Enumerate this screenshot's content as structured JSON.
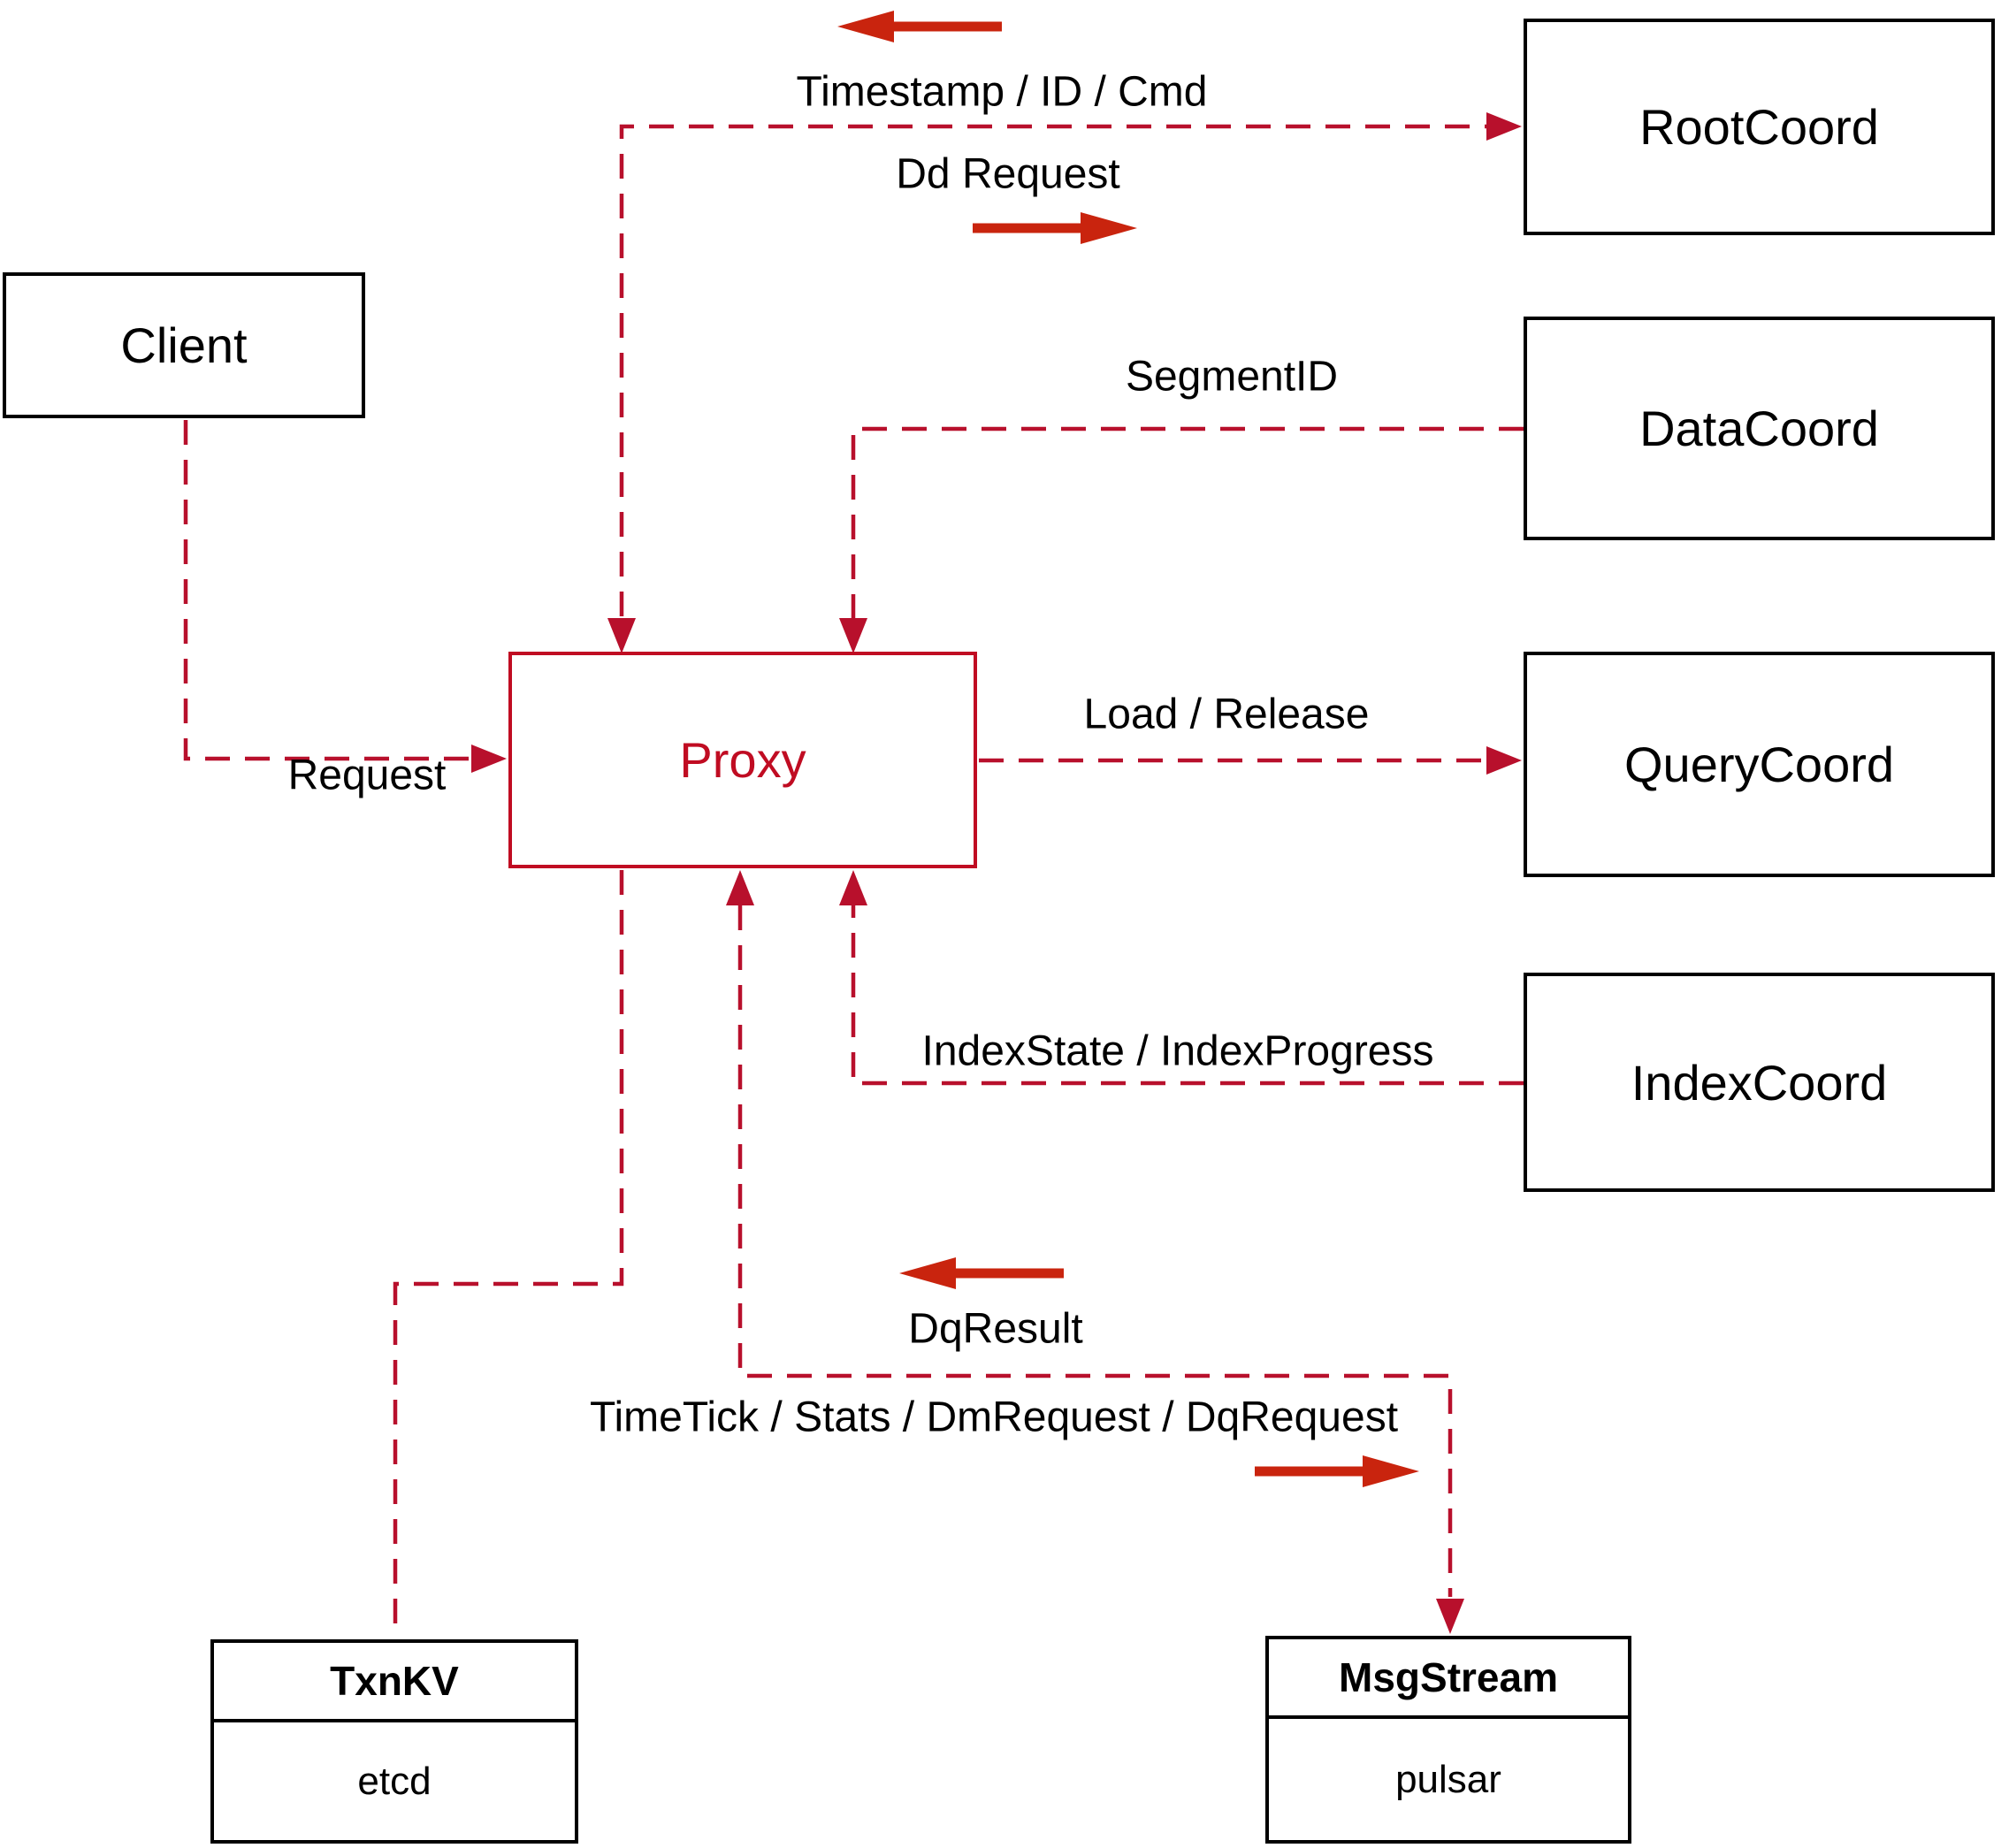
{
  "nodes": {
    "client": {
      "label": "Client"
    },
    "proxy": {
      "label": "Proxy"
    },
    "rootcoord": {
      "label": "RootCoord"
    },
    "datacoord": {
      "label": "DataCoord"
    },
    "querycoord": {
      "label": "QueryCoord"
    },
    "indexcoord": {
      "label": "IndexCoord"
    },
    "txnkv": {
      "title": "TxnKV",
      "subtitle": "etcd"
    },
    "msgstream": {
      "title": "MsgStream",
      "subtitle": "pulsar"
    }
  },
  "edge_labels": {
    "timestamp": "Timestamp / ID / Cmd",
    "dd_request": "Dd Request",
    "segment_id": "SegmentID",
    "load_release": "Load / Release",
    "request": "Request",
    "index_state": "IndexState / IndexProgress",
    "dq_result": "DqResult",
    "timetick": "TimeTick / Stats / DmRequest / DqRequest"
  },
  "colors": {
    "connector": "#b8102c",
    "arrow": "#c9240e",
    "border": "#000000",
    "text": "#000000",
    "proxy": "#c00c22",
    "background": "#ffffff"
  }
}
